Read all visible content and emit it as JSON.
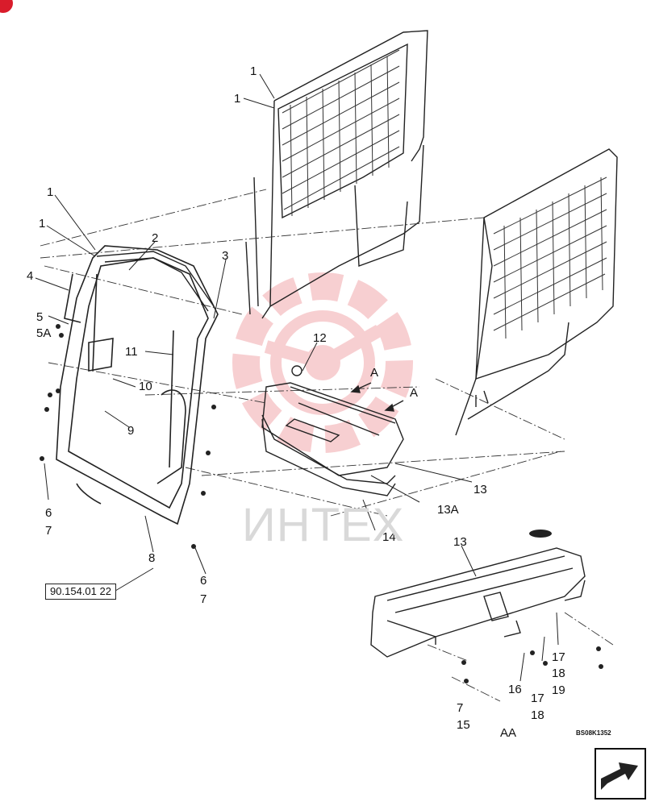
{
  "ref_number": "90.154.01 22",
  "drawing_code": "BS08K1352",
  "view_label": "AA",
  "watermark_text": "ИНТЕХ",
  "colors": {
    "watermark_red": "#f2a9ad",
    "line": "#222222",
    "badge": "#d91c2b"
  },
  "icons": {
    "corner_badge": "red-badge-icon",
    "nav_arrow": "next-page-arrow-icon",
    "watermark_logo": "gear-logo-icon"
  },
  "callouts": {
    "c1a": "1",
    "c1b": "1",
    "c1c": "1",
    "c1d": "1",
    "c2": "2",
    "c3": "3",
    "c4": "4",
    "c5": "5",
    "c5a": "5A",
    "c11": "11",
    "c10": "10",
    "c9": "9",
    "c6a": "6",
    "c7a": "7",
    "c8": "8",
    "c6b": "6",
    "c7b": "7",
    "c12": "12",
    "cA1": "A",
    "cA2": "A",
    "c13a": "13",
    "c13A": "13A",
    "c14": "14",
    "c13b": "13",
    "c17a": "17",
    "c18a": "18",
    "c19": "19",
    "c16": "16",
    "c17b": "17",
    "c18b": "18",
    "c7c": "7",
    "c15": "15"
  }
}
